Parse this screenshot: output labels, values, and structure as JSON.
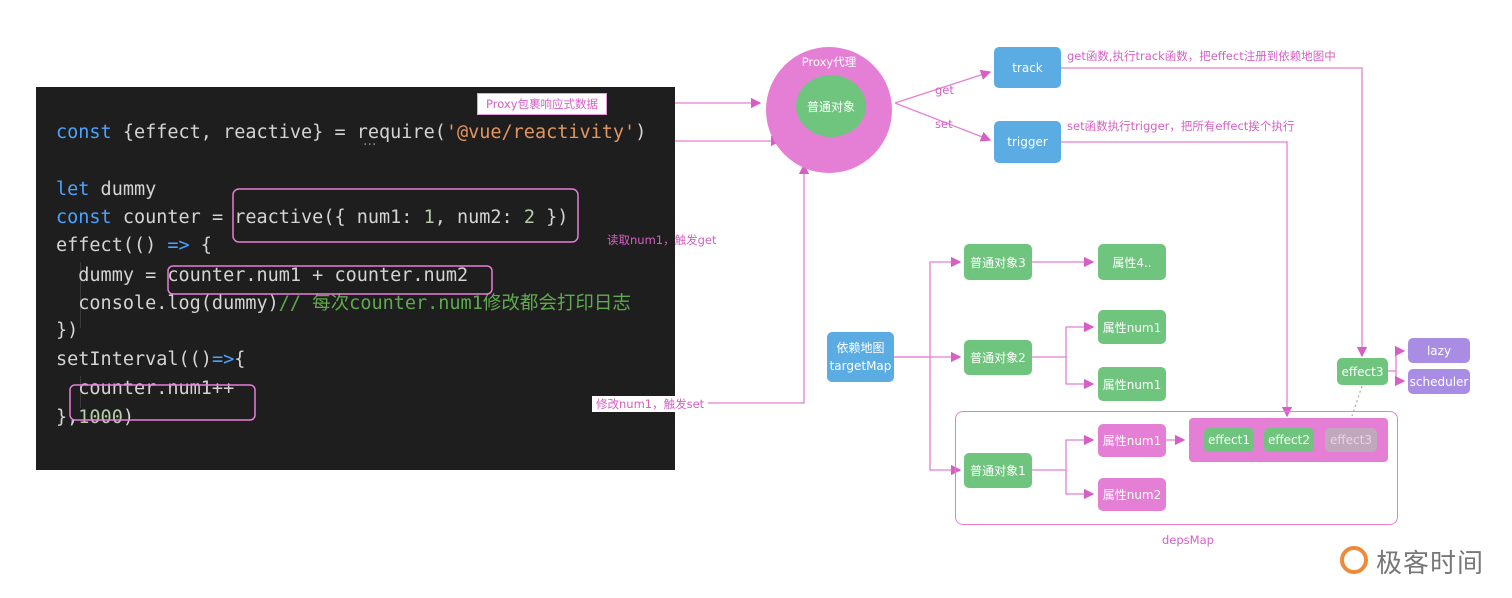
{
  "code": {
    "line1": {
      "kw": "const",
      "a": " {effect, reactive} = require(",
      "str": "'@vue/reactivity'",
      "b": ")"
    },
    "line3": {
      "kw": "let",
      "a": " dummy"
    },
    "line4": {
      "kw": "const",
      "a": " counter = reactive({ num1: ",
      "n1": "1",
      "b": ", num2: ",
      "n2": "2",
      "c": " })"
    },
    "line5": {
      "a": "effect(() ",
      "kw": "=>",
      "b": " {"
    },
    "line6": {
      "a": "  dummy = counter.num1 + counter.num2"
    },
    "line7": {
      "a": "  console.log(dummy)",
      "cmt": "// 每次counter.num1修改都会打印日志"
    },
    "line8": {
      "a": "})"
    },
    "line9": {
      "a": "setInterval(()",
      "kw": "=>",
      "b": "{"
    },
    "line10": {
      "a": "  counter.num1++"
    },
    "line11": {
      "a": "},",
      "n": "1000",
      "b": ")"
    },
    "dots": "..."
  },
  "tags": {
    "proxy_wrap": "Proxy包裹响应式数据",
    "read_get": "读取num1，触发get",
    "modify_set": "修改num1，触发set"
  },
  "proxy": {
    "title": "Proxy代理",
    "inner": "普通对象",
    "get": "get",
    "set": "set"
  },
  "track": {
    "label": "track",
    "desc": "get函数,执行track函数，把effect注册到依赖地图中"
  },
  "trigger": {
    "label": "trigger",
    "desc": "set函数执行trigger，把所有effect挨个执行"
  },
  "map": {
    "title1": "依赖地图",
    "title2": "targetMap",
    "obj3": "普通对象3",
    "obj2": "普通对象2",
    "obj1": "普通对象1",
    "prop4": "属性4..",
    "prop_num1_a": "属性num1",
    "prop_num1_b": "属性num1",
    "prop_num1_c": "属性num1",
    "prop_num2": "属性num2",
    "deps_label": "depsMap"
  },
  "effects": {
    "effect1": "effect1",
    "effect2": "effect2",
    "effect3_ghost": "effect3",
    "effect3": "effect3",
    "lazy": "lazy",
    "scheduler": "scheduler"
  },
  "watermark": "极客时间",
  "colors": {
    "pink": "#e57fd5",
    "green": "#6fc57d",
    "blue": "#5aace3",
    "purple": "#a98ce4",
    "code_bg": "#1e1e1e"
  }
}
